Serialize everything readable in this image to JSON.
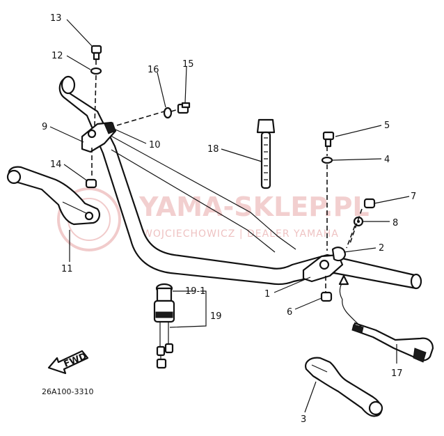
{
  "watermark": {
    "brand": "YAMA-SKLEP.PL",
    "sub": "WOJCIECHOWICZ | DEALER YAMAHA"
  },
  "diagram_code": "26A100-3310",
  "fwd_label": "FWD",
  "callouts": [
    {
      "id": "c13",
      "label": "13"
    },
    {
      "id": "c12",
      "label": "12"
    },
    {
      "id": "c16",
      "label": "16"
    },
    {
      "id": "c15",
      "label": "15"
    },
    {
      "id": "c9",
      "label": "9"
    },
    {
      "id": "c10",
      "label": "10"
    },
    {
      "id": "c14",
      "label": "14"
    },
    {
      "id": "c18",
      "label": "18"
    },
    {
      "id": "c5",
      "label": "5"
    },
    {
      "id": "c4",
      "label": "4"
    },
    {
      "id": "c7",
      "label": "7"
    },
    {
      "id": "c8",
      "label": "8"
    },
    {
      "id": "c2",
      "label": "2"
    },
    {
      "id": "c11",
      "label": "11"
    },
    {
      "id": "c1",
      "label": "1"
    },
    {
      "id": "c6",
      "label": "6"
    },
    {
      "id": "c19-1",
      "label": "19-1"
    },
    {
      "id": "c19",
      "label": "19"
    },
    {
      "id": "c17",
      "label": "17"
    },
    {
      "id": "c3",
      "label": "3"
    }
  ]
}
